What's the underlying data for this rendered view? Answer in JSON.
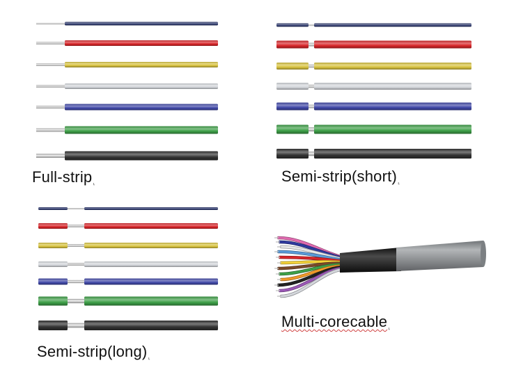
{
  "panels": {
    "full_strip": {
      "label": "Full-strip",
      "mark": "⸤"
    },
    "semi_strip_short": {
      "label": "Semi-strip(short)",
      "mark": "⸤"
    },
    "semi_strip_long": {
      "label": "Semi-strip(long)",
      "mark": "⸤"
    },
    "multi_core": {
      "label": "Multi-corecable",
      "mark": "⸤"
    }
  },
  "wire_colors": [
    "#2f3a6e",
    "#d8262a",
    "#d9c441",
    "#d4d7dc",
    "#4048a8",
    "#3ea048",
    "#333333"
  ],
  "cable_colors": {
    "jacket": "#8a8e92",
    "shrink_sleeve": "#1e1e1e",
    "conductor": "#c8c8c8"
  }
}
